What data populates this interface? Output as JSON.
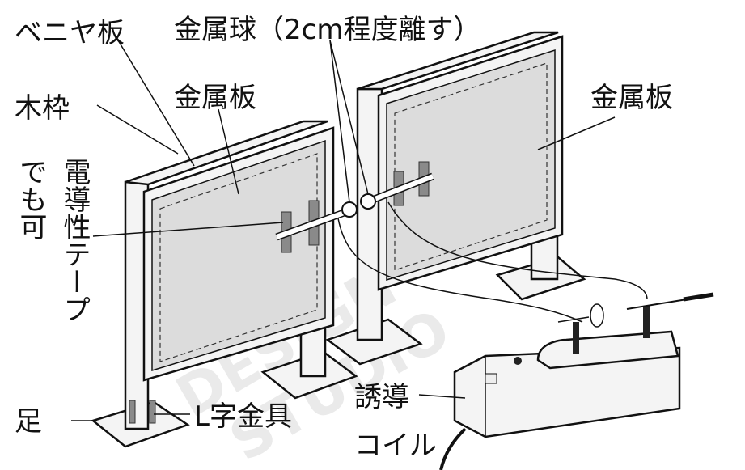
{
  "labels": {
    "plywood": "ベニヤ板",
    "metal_sphere": "金属球（2cm程度離す）",
    "wood_frame": "木枠",
    "metal_plate_left": "金属板",
    "metal_plate_right": "金属板",
    "conductive_tape": "電導性テープ",
    "also_ok": "でも可",
    "foot": "足",
    "l_bracket": "L字金具",
    "induction": "誘導",
    "coil": "コイル"
  },
  "watermark": {
    "line1": "DESIGN",
    "line2": "STUDIO"
  }
}
